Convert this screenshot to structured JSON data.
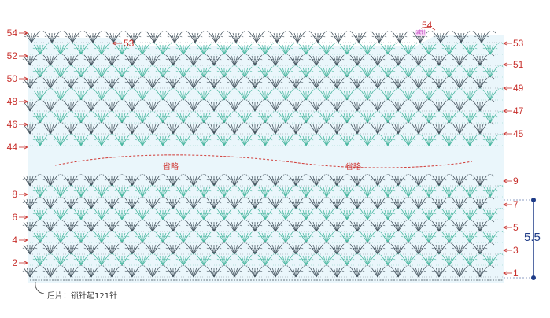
{
  "diagram": {
    "left_row_labels": [
      "54",
      "52",
      "50",
      "48",
      "46",
      "44",
      "8",
      "6",
      "4",
      "2"
    ],
    "right_row_labels": [
      "53",
      "51",
      "49",
      "47",
      "45",
      "9",
      "7",
      "5",
      "3",
      "1"
    ],
    "top_left_inner_label": "53",
    "top_right_outer_label": "54",
    "top_right_tag": "减针",
    "omitted_labels": [
      "省略",
      "省略"
    ],
    "caption": "后片：锁针起121针",
    "measurement": "5.5",
    "colors": {
      "row_number": "#c8302c",
      "stitch_teal": "#3fb39a",
      "stitch_dark": "#3b4a55",
      "band_background": "#eaf6fb",
      "measure_line": "#1f3c88",
      "omit_line": "#d03a36"
    }
  }
}
